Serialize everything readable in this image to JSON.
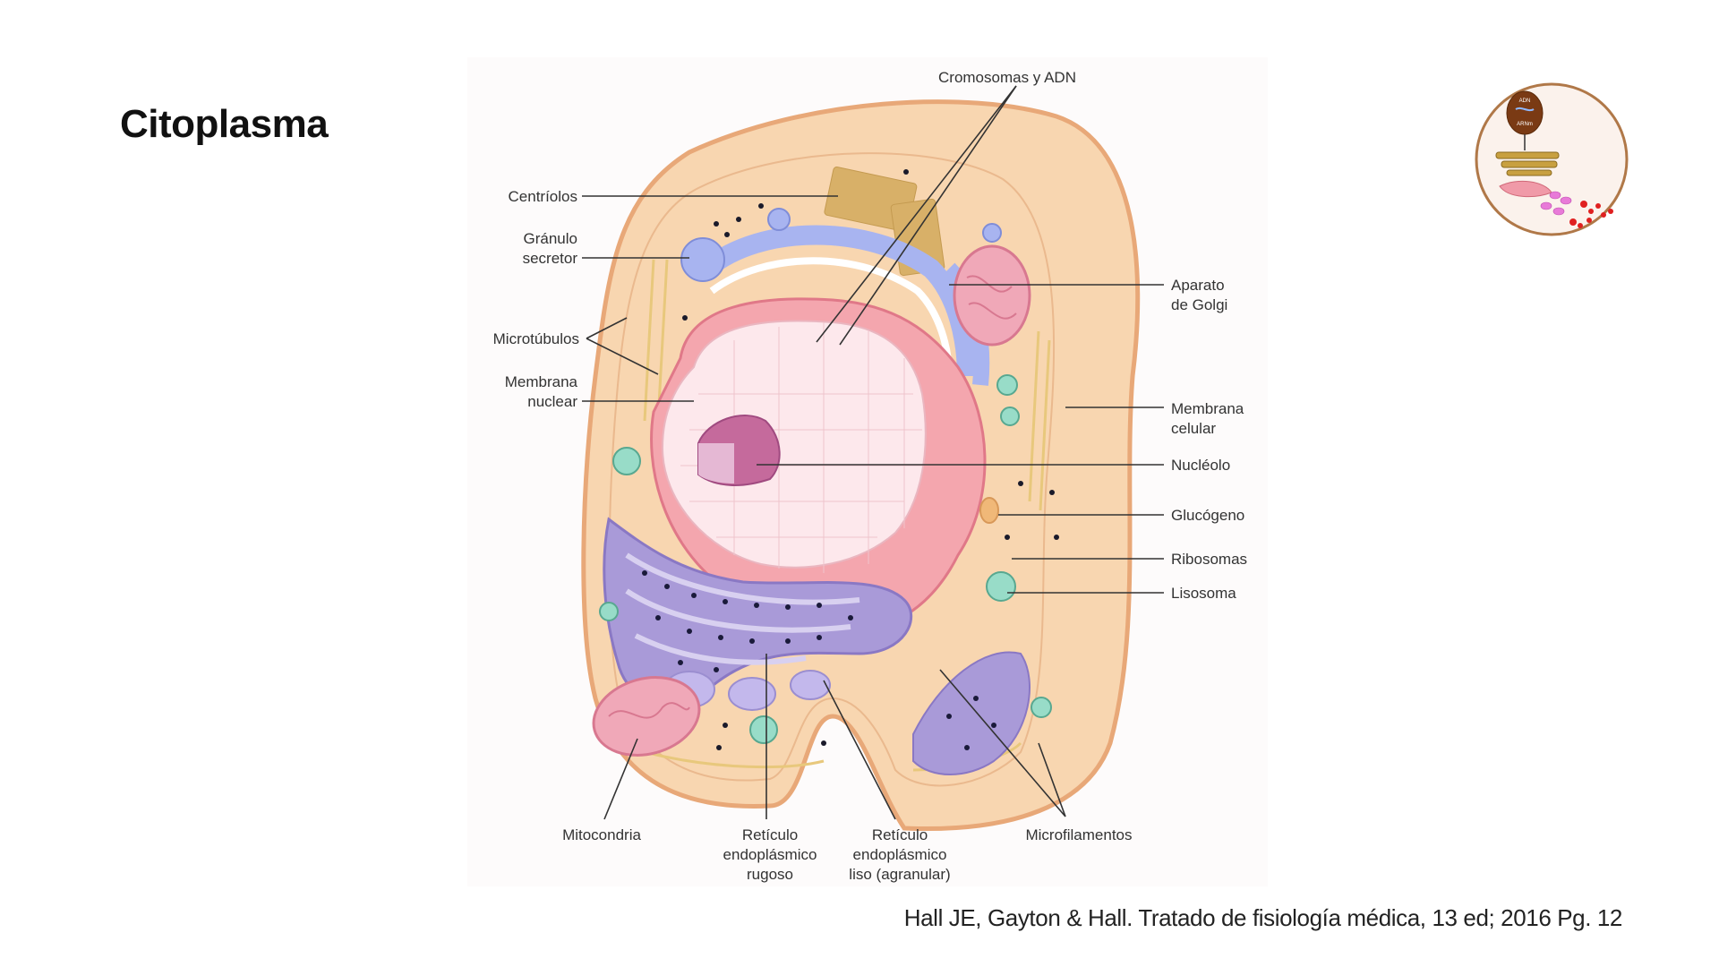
{
  "slide": {
    "title": "Citoplasma",
    "citation": "Hall JE, Gayton & Hall. Tratado de fisiología médica, 13 ed; 2016 Pg. 12"
  },
  "diagram": {
    "labels": {
      "cromosomas": "Cromosomas y ADN",
      "centriolos": "Centríolos",
      "granulo_1": "Gránulo",
      "granulo_2": "secretor",
      "microtubulos": "Microtúbulos",
      "membrana_nuclear_1": "Membrana",
      "membrana_nuclear_2": "nuclear",
      "golgi_1": "Aparato",
      "golgi_2": "de Golgi",
      "membrana_celular_1": "Membrana",
      "membrana_celular_2": "celular",
      "nucleolo": "Nucléolo",
      "glucogeno": "Glucógeno",
      "ribosomas": "Ribosomas",
      "lisosoma": "Lisosoma",
      "mitocondria": "Mitocondria",
      "rer_1": "Retículo",
      "rer_2": "endoplásmico",
      "rer_3": "rugoso",
      "ser_1": "Retículo",
      "ser_2": "endoplásmico",
      "ser_3": "liso (agranular)",
      "microfilamentos": "Microfilamentos"
    }
  },
  "logo": {
    "adn": "ADN",
    "arnm": "ARNm"
  },
  "colors": {
    "cytoplasm": "#f8d6b0",
    "cell_membrane": "#e8a878",
    "nucleus": "#fde8ec",
    "rough_er": "#a99ad8",
    "golgi": "#a8b4f0",
    "mitochondria": "#f0a8b8",
    "lysosome": "#98dcc8"
  }
}
